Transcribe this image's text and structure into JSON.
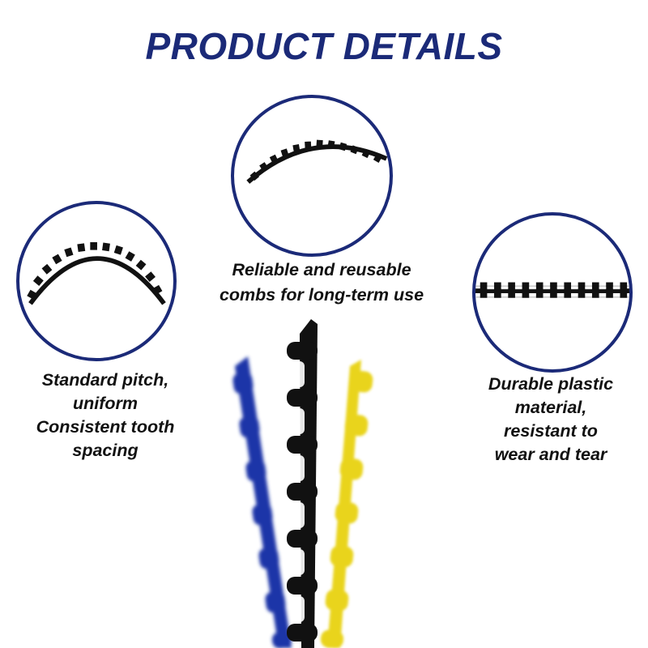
{
  "header": {
    "title": "PRODUCT DETAILS"
  },
  "features": [
    {
      "lines": [
        "Standard pitch,",
        "uniform",
        "Consistent tooth",
        "spacing"
      ]
    },
    {
      "lines": [
        "Reliable and reusable",
        "combs for long-term use"
      ]
    },
    {
      "lines": [
        "Durable plastic",
        "material,",
        "resistant to",
        "wear and tear"
      ]
    }
  ],
  "colors": {
    "title": "#1b2a78",
    "circle_border": "#1b2a78",
    "comb_blue": "#1f35a8",
    "comb_black": "#111111",
    "comb_yellow": "#e9d41c"
  }
}
